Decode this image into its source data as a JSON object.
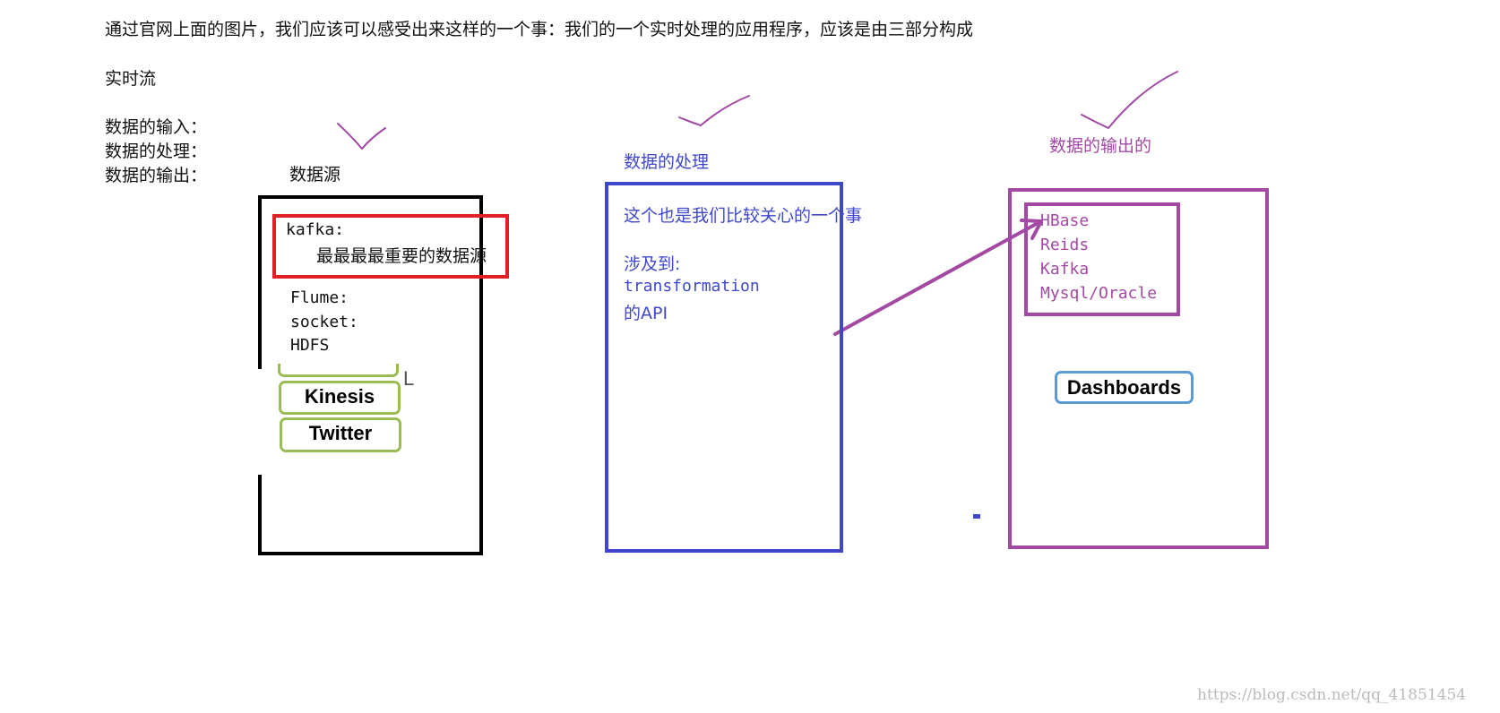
{
  "intro": {
    "line1": "通过官网上面的图片，我们应该可以感受出来这样的一个事：我们的一个实时处理的应用程序，应该是由三部分构成",
    "line2": "实时流",
    "items": [
      "数据的输入：",
      "数据的处理：",
      "数据的输出："
    ]
  },
  "source": {
    "heading": "数据源",
    "kafka_label": "kafka:",
    "kafka_note": "最最最最重要的数据源",
    "others": [
      "Flume:",
      "socket:",
      "HDFS"
    ],
    "pills": [
      "Kinesis",
      "Twitter"
    ],
    "stray_mark": "L"
  },
  "processing": {
    "heading": "数据的处理",
    "lines": [
      "这个也是我们比较关心的一个事",
      "",
      "涉及到:",
      "transformation",
      "的API"
    ]
  },
  "output": {
    "heading": "数据的输出的",
    "sinks": [
      "HBase",
      "Reids",
      "Kafka",
      "Mysql/Oracle"
    ],
    "dashboards": "Dashboards"
  },
  "watermark": "https://blog.csdn.net/qq_41851454",
  "colors": {
    "text": "#111111",
    "red": "#e21f26",
    "blue": "#3f48cc",
    "purple": "#a349a4",
    "green_pill": "#9bbb59",
    "dashboard_border": "#5b9bd5",
    "watermark": "#bbbbbb"
  }
}
